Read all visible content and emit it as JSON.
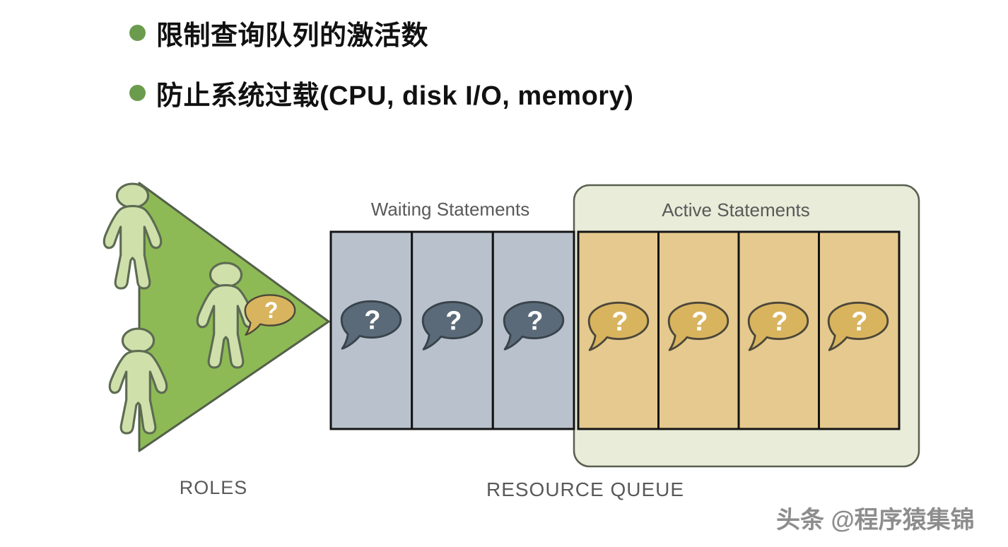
{
  "bullets": [
    {
      "text": "限制查询队列的激活数"
    },
    {
      "text": "防止系统过载(CPU, disk I/O, memory)"
    }
  ],
  "diagram": {
    "roles_label": "ROLES",
    "resource_queue_label": "RESOURCE QUEUE",
    "waiting_label": "Waiting Statements",
    "active_label": "Active Statements",
    "bubble_label": "?",
    "roles_count": 3,
    "waiting_slots": 3,
    "active_slots": 4,
    "colors": {
      "bullet_green": "#6b9b4d",
      "funnel_green": "#8dba55",
      "person_fill": "#cfe0ab",
      "waiting_column": "#b9c2cc",
      "waiting_bubble": "#5a6a78",
      "active_column": "#e5c98e",
      "active_bubble": "#d9b45f",
      "queue_background": "#e8ecd8",
      "label_gray": "#595959"
    }
  },
  "watermark": {
    "text": "头条 @程序猿集锦"
  }
}
